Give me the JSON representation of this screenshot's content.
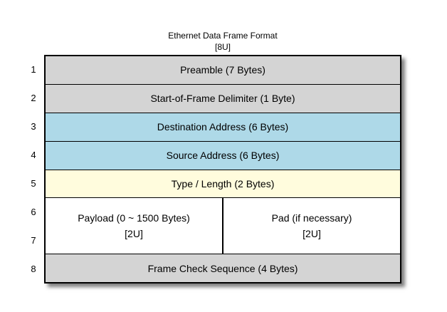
{
  "title": {
    "line1": "Ethernet Data Frame Format",
    "line2": "[8U]"
  },
  "row_numbers": [
    "1",
    "2",
    "3",
    "4",
    "5",
    "6",
    "7",
    "8"
  ],
  "table": {
    "fields": [
      {
        "row": "1",
        "label": "Preamble (7 Bytes)",
        "fill": "#d4d4d4"
      },
      {
        "row": "2",
        "label": "Start-of-Frame Delimiter (1 Byte)",
        "fill": "#d4d4d4"
      },
      {
        "row": "3",
        "label": "Destination Address (6 Bytes)",
        "fill": "#aed9e8"
      },
      {
        "row": "4",
        "label": "Source Address (6 Bytes)",
        "fill": "#aed9e8"
      },
      {
        "row": "5",
        "label": "Type / Length (2 Bytes)",
        "fill": "#fffcdd"
      },
      {
        "row": "6-7",
        "fill": "#ffffff",
        "cells": [
          {
            "line1": "Payload (0 ~ 1500 Bytes)",
            "line2": "[2U]"
          },
          {
            "line1": "Pad (if necessary)",
            "line2": "[2U]"
          }
        ]
      },
      {
        "row": "8",
        "label": "Frame Check Sequence (4 Bytes)",
        "fill": "#d4d4d4"
      }
    ]
  },
  "colors": {
    "row_gray": "#d4d4d4",
    "row_blue": "#aed9e8",
    "row_yellow": "#fffcdd",
    "row_white": "#ffffff",
    "border": "#000000",
    "background": "#ffffff"
  }
}
